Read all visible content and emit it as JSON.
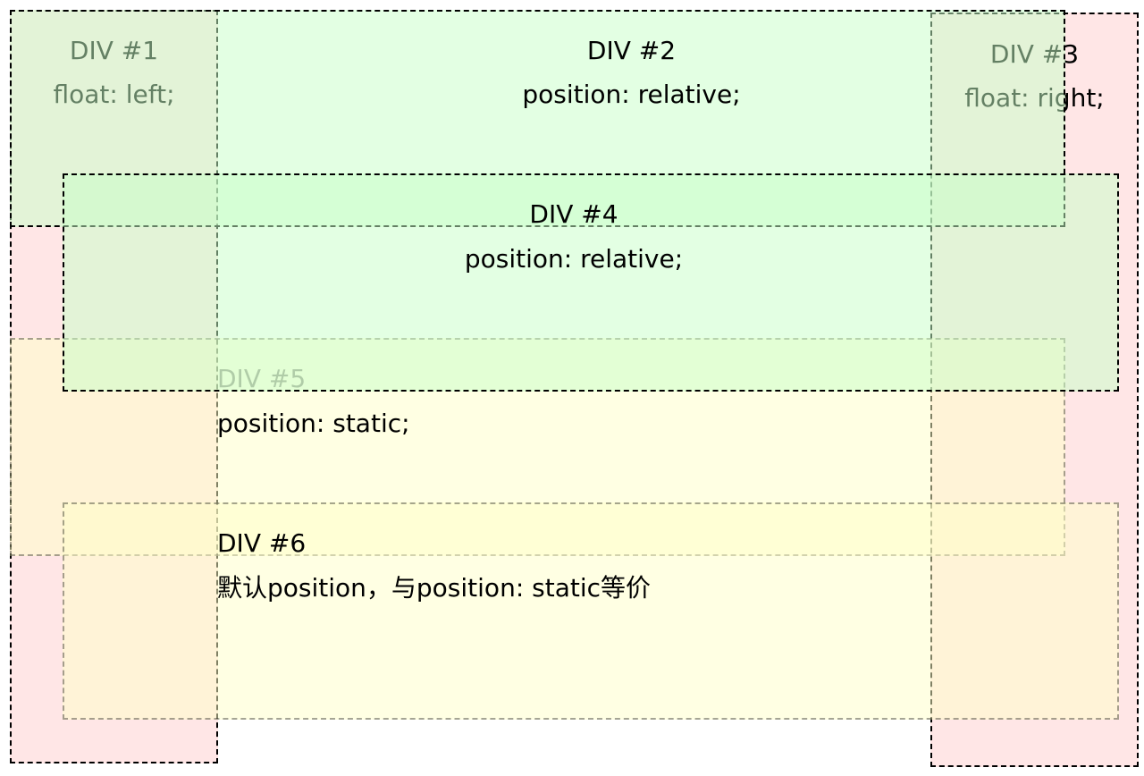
{
  "div1": {
    "title": "DIV #1",
    "desc": "float: left;"
  },
  "div2": {
    "title": "DIV #2",
    "desc": "position: relative;"
  },
  "div3": {
    "title": "DIV #3",
    "desc": "float: right;"
  },
  "div4": {
    "title": "DIV #4",
    "desc": "position: relative;"
  },
  "div5": {
    "title": "DIV #5",
    "desc": "position: static;"
  },
  "div6": {
    "title": "DIV #6",
    "desc": "默认position，与position: static等价"
  },
  "colors": {
    "float": "#ffc8c8",
    "relative": "#c8ffc8",
    "static": "#ffffc8",
    "border": "#000000"
  }
}
